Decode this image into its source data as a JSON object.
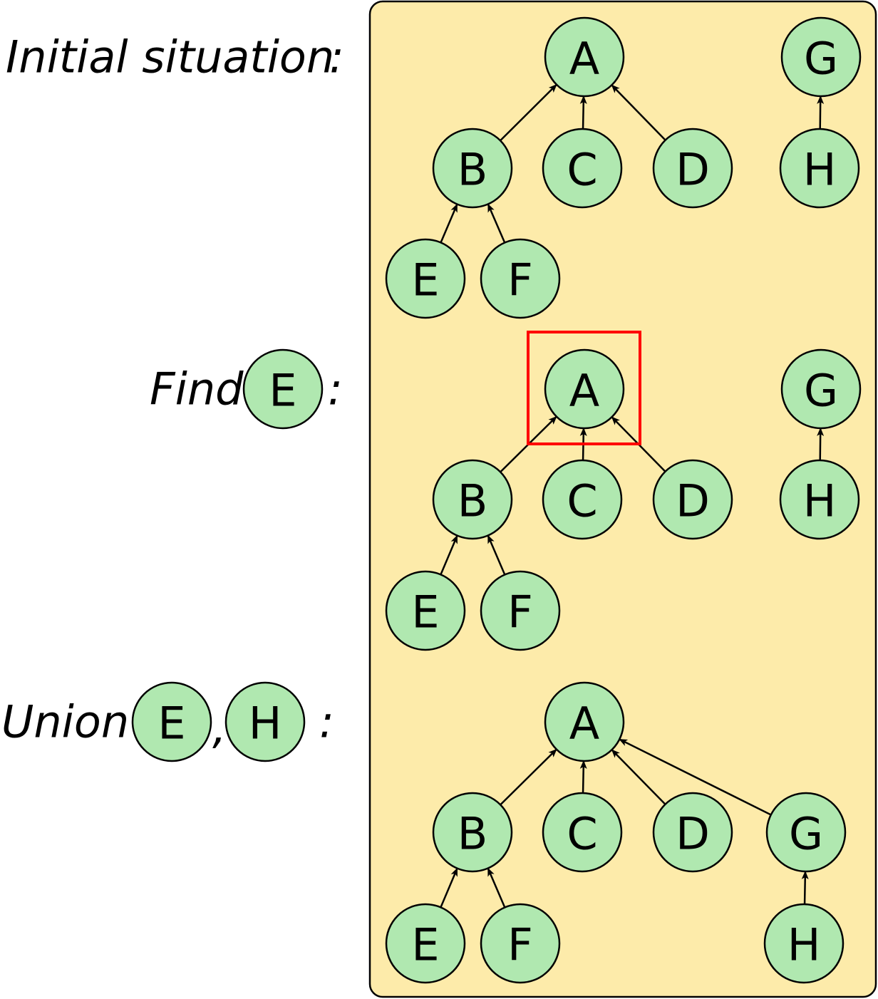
{
  "colors": {
    "panel_fill": "#FDEBAA",
    "panel_stroke": "#000000",
    "node_fill": "#B0E8B0",
    "node_stroke": "#000000",
    "highlight": "#FF0000"
  },
  "steps": [
    {
      "id": "initial",
      "label_prefix": "Initial situation",
      "label_nodes": [],
      "label_separators": [],
      "label_suffix": ":",
      "nodes": [
        "A",
        "B",
        "C",
        "D",
        "E",
        "F",
        "G",
        "H"
      ],
      "edges": [
        [
          "B",
          "A"
        ],
        [
          "C",
          "A"
        ],
        [
          "D",
          "A"
        ],
        [
          "E",
          "B"
        ],
        [
          "F",
          "B"
        ],
        [
          "H",
          "G"
        ]
      ],
      "highlight_node": null
    },
    {
      "id": "find",
      "label_prefix": "Find",
      "label_nodes": [
        "E"
      ],
      "label_separators": [],
      "label_suffix": ":",
      "nodes": [
        "A",
        "B",
        "C",
        "D",
        "E",
        "F",
        "G",
        "H"
      ],
      "edges": [
        [
          "B",
          "A"
        ],
        [
          "C",
          "A"
        ],
        [
          "D",
          "A"
        ],
        [
          "E",
          "B"
        ],
        [
          "F",
          "B"
        ],
        [
          "H",
          "G"
        ]
      ],
      "highlight_node": "A"
    },
    {
      "id": "union",
      "label_prefix": "Union",
      "label_nodes": [
        "E",
        "H"
      ],
      "label_separators": [
        ","
      ],
      "label_suffix": ":",
      "nodes": [
        "A",
        "B",
        "C",
        "D",
        "G",
        "E",
        "F",
        "H"
      ],
      "edges": [
        [
          "B",
          "A"
        ],
        [
          "C",
          "A"
        ],
        [
          "D",
          "A"
        ],
        [
          "G",
          "A"
        ],
        [
          "E",
          "B"
        ],
        [
          "F",
          "B"
        ],
        [
          "H",
          "G"
        ]
      ],
      "highlight_node": null
    }
  ]
}
